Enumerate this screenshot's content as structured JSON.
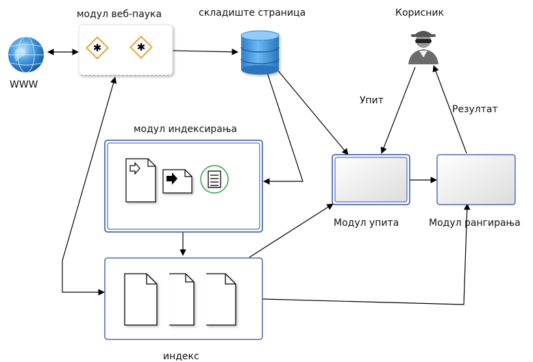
{
  "labels": {
    "www": "WWW",
    "crawler_module": "модул веб-паука",
    "page_repository": "складиште страница",
    "user": "Корисник",
    "query": "Упит",
    "result": "Резултат",
    "indexing_module": "модул индексирања",
    "query_module": "Модул упита",
    "ranking_module": "Модул рангирања",
    "index": "индекс"
  },
  "colors": {
    "box_border": "#2b4ea8",
    "arrow": "#000000",
    "gear": "#e6a23c",
    "database": "#3a8fd6",
    "globe": "#2f8ed8",
    "indexer_circle": "#2ea043"
  },
  "icons": {
    "globe": "globe-icon",
    "gear": "gear-icon",
    "database": "database-icon",
    "user": "spy-user-icon",
    "document": "document-icon",
    "list": "list-icon"
  }
}
